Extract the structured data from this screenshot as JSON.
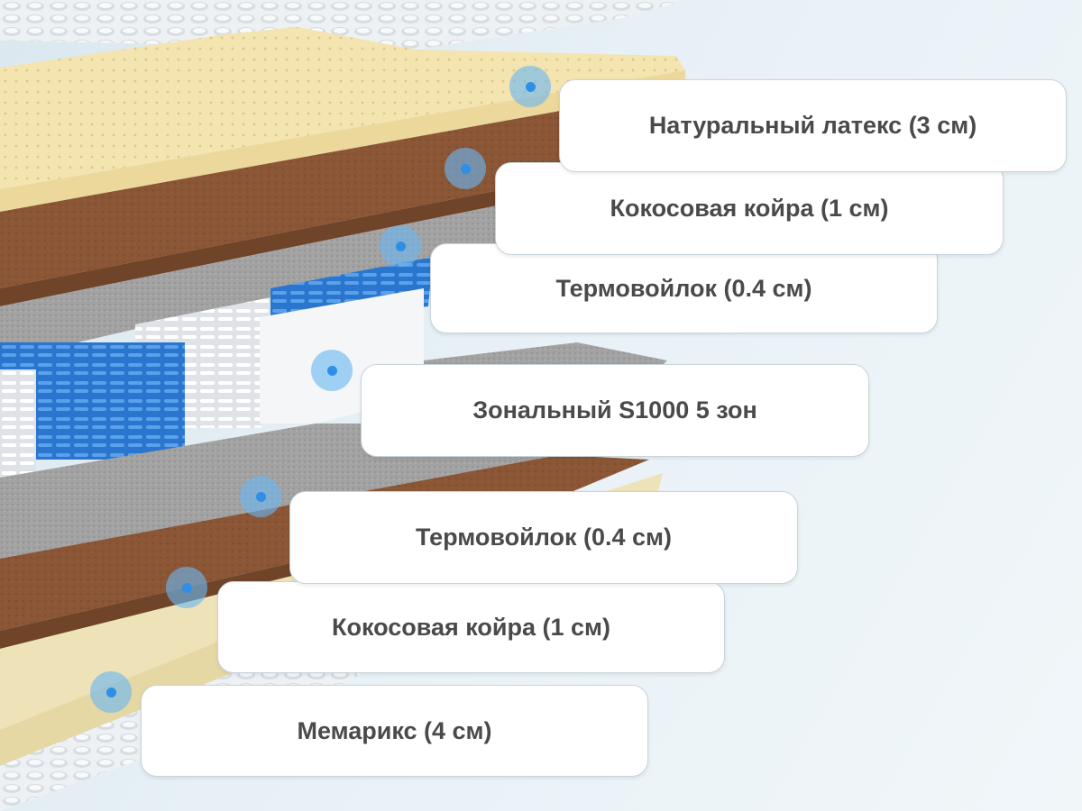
{
  "colors": {
    "latex": "#f2e3ad",
    "coir": "#8a5636",
    "felt": "#9b9b9b",
    "spring_blue": "#2d7ed8",
    "spring_white": "#f3f5f7",
    "memorix": "#f0e6bf",
    "cover": "#e8ecef",
    "marker": "#6ab7f0",
    "marker_dot": "#2f8fe6",
    "label_text": "#4a4a4a"
  },
  "layers": [
    {
      "label": "Натуральный латекс (3 см)"
    },
    {
      "label": "Кокосовая койра (1 см)"
    },
    {
      "label": "Термовойлок (0.4 см)"
    },
    {
      "label": "Зональный S1000 5 зон"
    },
    {
      "label": "Термовойлок (0.4 см)"
    },
    {
      "label": "Кокосовая койра (1 см)"
    },
    {
      "label": "Мемарикс (4 см)"
    }
  ]
}
